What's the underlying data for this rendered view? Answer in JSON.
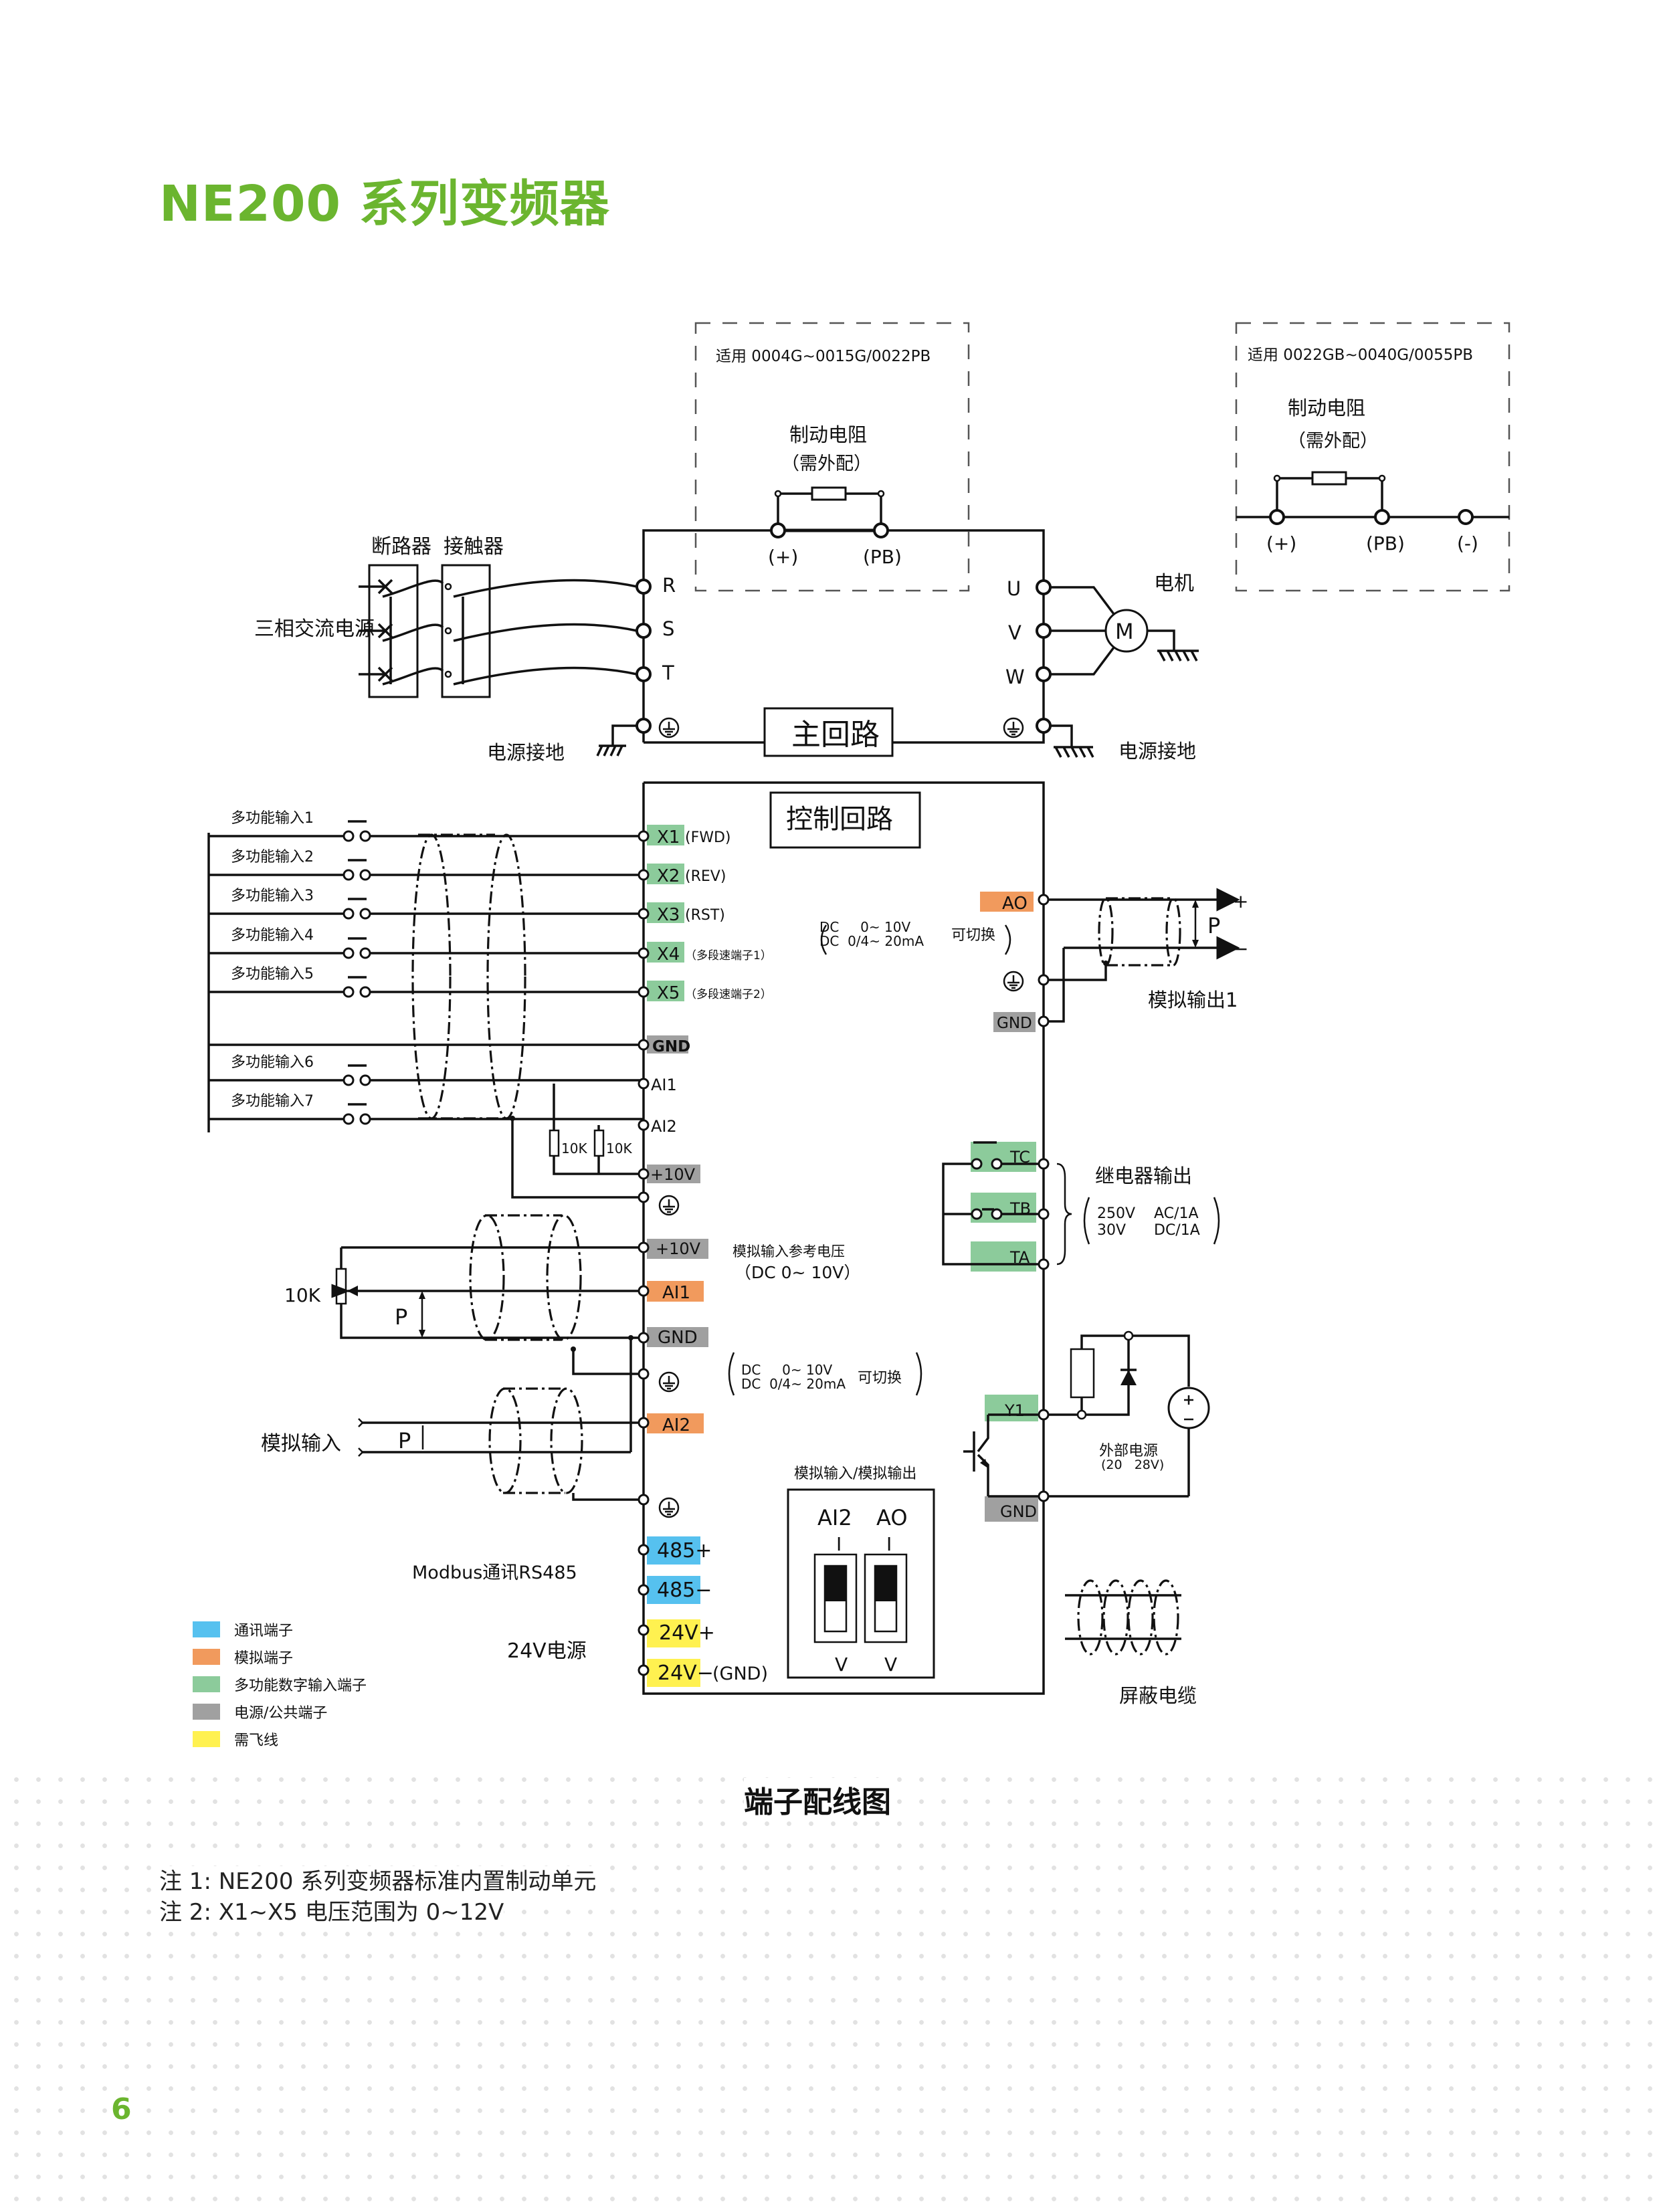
{
  "page": {
    "title": "NE200  系列变频器",
    "caption": "端子配线图",
    "notes": [
      "注 1:   NE200 系列变频器标准内置制动单元",
      "注 2:  X1~X5 电压范围为 0~12V"
    ],
    "page_number": "6",
    "accent_color": "#6bb52f"
  },
  "colors": {
    "comm": "#56c1ef",
    "analog": "#f19a5d",
    "digital_input": "#8ccb9b",
    "power_common": "#a0a0a0",
    "jumper": "#fff150"
  },
  "brake_options": [
    {
      "applies_to": "适用 0004G~0015G/0022PB",
      "resistor_label": "制动电阻",
      "resistor_note": "（需外配）",
      "terminals": [
        "(+)",
        "(PB)"
      ]
    },
    {
      "applies_to": "适用 0022GB~0040G/0055PB",
      "resistor_label": "制动电阻",
      "resistor_note": "（需外配）",
      "terminals": [
        "(+)",
        "(PB)",
        "(-)"
      ]
    }
  ],
  "main_circuit": {
    "label": "主回路",
    "breaker_label": "断路器",
    "contactor_label": "接触器",
    "power_source_label": "三相交流电源",
    "input_terminals": [
      "R",
      "S",
      "T"
    ],
    "output_terminals": [
      "U",
      "V",
      "W"
    ],
    "motor_label": "电机",
    "motor_symbol": "M",
    "ground_label_left": "电源接地",
    "ground_label_right": "电源接地"
  },
  "control_circuit": {
    "label": "控制回路",
    "inputs": [
      {
        "label": "多功能输入1",
        "terminal": "X1",
        "suffix": "(FWD)"
      },
      {
        "label": "多功能输入2",
        "terminal": "X2",
        "suffix": "(REV)"
      },
      {
        "label": "多功能输入3",
        "terminal": "X3",
        "suffix": "(RST)"
      },
      {
        "label": "多功能输入4",
        "terminal": "X4",
        "suffix": "（多段速端子1）"
      },
      {
        "label": "多功能输入5",
        "terminal": "X5",
        "suffix": "（多段速端子2）"
      }
    ],
    "gnd_terminal": "GND",
    "inputs_ai": [
      {
        "label": "多功能输入6",
        "terminal": "AI1"
      },
      {
        "label": "多功能输入7",
        "terminal": "AI2"
      }
    ],
    "resistor_values": [
      "10K",
      "10K"
    ],
    "plus10v": "+10V",
    "analog_ref_label": "模拟输入参考电压",
    "analog_ref_range": "（DC 0~ 10V）",
    "pot_label": "10K",
    "p_label": "P",
    "ai1": "AI1",
    "ai2": "AI2",
    "analog_input_label": "模拟输入",
    "range_line1": "DC     0~ 10V",
    "range_line2": "DC  0/4~ 20mA",
    "switchable": "可切换",
    "ao": "AO",
    "analog_output_label": "模拟输出1",
    "plus": "+",
    "minus": "−",
    "relay": {
      "label": "继电器输出",
      "terminals": [
        "TC",
        "TB",
        "TA"
      ],
      "rating_line1": "250V    AC/1A",
      "rating_line2": "30V      DC/1A"
    },
    "y1": "Y1",
    "ext_power_label": "外部电源",
    "ext_power_range": "(20   28V)",
    "dip": {
      "title": "模拟输入/模拟输出",
      "switches": [
        "AI2",
        "AO"
      ],
      "top": "I",
      "bottom": "V"
    },
    "modbus_label": "Modbus通讯RS485",
    "rs485": [
      "485+",
      "485−"
    ],
    "power24_label": "24V电源",
    "power24": [
      "24V+",
      "24V−"
    ],
    "power24_suffix": "(GND)",
    "shield_label": "屏蔽电缆"
  },
  "legend": [
    {
      "color": "#56c1ef",
      "label": "通讯端子"
    },
    {
      "color": "#f19a5d",
      "label": "模拟端子"
    },
    {
      "color": "#8ccb9b",
      "label": "多功能数字输入端子"
    },
    {
      "color": "#a0a0a0",
      "label": "电源/公共端子"
    },
    {
      "color": "#fff150",
      "label": "需飞线"
    }
  ]
}
